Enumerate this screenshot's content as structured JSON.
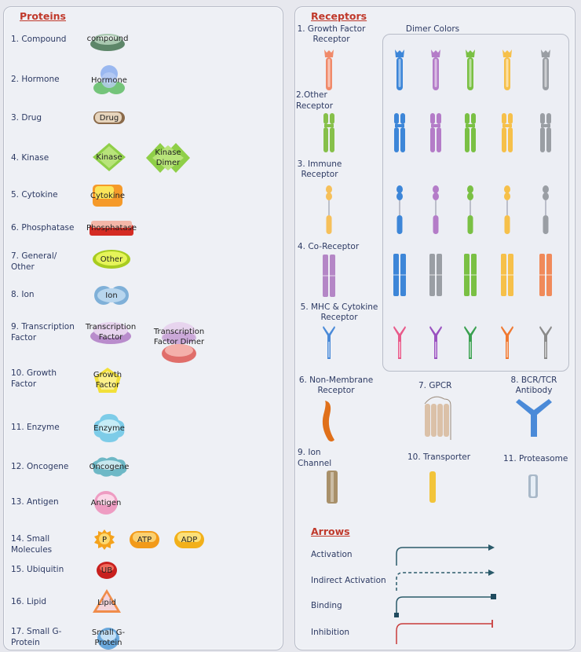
{
  "proteins": {
    "title": "Proteins",
    "items": [
      {
        "label": "1. Compound",
        "shape_text": "compound",
        "color": "#5e8c6a"
      },
      {
        "label": "2. Hormone",
        "shape_text": "Hormone",
        "color": "#8aa8e8"
      },
      {
        "label": "3. Drug",
        "shape_text": "Drug",
        "color": "#b59a7a"
      },
      {
        "label": "4. Kinase",
        "shape_text": "Kinase",
        "shape_text_2": "Kinase Dimer",
        "color": "#8fd04a"
      },
      {
        "label": "5. Cytokine",
        "shape_text": "Cytokine",
        "color": "#f7a83a"
      },
      {
        "label": "6. Phosphatase",
        "shape_text": "Phosphatase",
        "color": "#d9302a"
      },
      {
        "label": "7. General/ Other",
        "shape_text": "Other",
        "color": "#d4ec3a"
      },
      {
        "label": "8. Ion",
        "shape_text": "Ion",
        "color": "#7fb2d8"
      },
      {
        "label": "9. Transcription Factor",
        "shape_text": "Transcription Factor",
        "shape_text_2": "Transcription Factor Dimer",
        "color": "#c9a0d6",
        "color_2": "#e88a86"
      },
      {
        "label": "10. Growth Factor",
        "shape_text": "Growth Factor",
        "color": "#f2e640"
      },
      {
        "label": "11. Enzyme",
        "shape_text": "Enzyme",
        "color": "#7fd0e8"
      },
      {
        "label": "12. Oncogene",
        "shape_text": "Oncogene",
        "color": "#6fbcc8"
      },
      {
        "label": "13. Antigen",
        "shape_text": "Antigen",
        "color": "#ee9fc4"
      },
      {
        "label": "14. Small Molecules",
        "shape_text": "P",
        "shape_text_2": "ATP",
        "shape_text_3": "ADP",
        "color": "#f5a020"
      },
      {
        "label": "15. Ubiquitin",
        "shape_text": "UB",
        "color": "#d42a2a"
      },
      {
        "label": "16. Lipid",
        "shape_text": "Lipid",
        "color": "#f0a040"
      },
      {
        "label": "17. Small G-Protein",
        "shape_text": "Small G-Protein",
        "color": "#6faadc"
      }
    ]
  },
  "receptors": {
    "title": "Receptors",
    "dimer_title": "Dimer Colors",
    "items": [
      {
        "label": "1. Growth Factor Receptor",
        "color": "#f08a6a"
      },
      {
        "label": "2.Other Receptor",
        "color": "#86c04a"
      },
      {
        "label": "3. Immune Receptor",
        "color": "#f6c05a"
      },
      {
        "label": "4. Co-Receptor",
        "color": "#b486c6"
      },
      {
        "label": "5. MHC & Cytokine Receptor",
        "color": "#4a8ad8"
      },
      {
        "label": "6. Non-Membrane Receptor",
        "color": "#e0701a"
      },
      {
        "label": "7. GPCR",
        "color": "#d7b89a"
      },
      {
        "label": "8. BCR/TCR Antibody",
        "color": "#4a8ad8"
      },
      {
        "label": "9. Ion Channel",
        "color": "#a8906a"
      },
      {
        "label": "10. Transporter",
        "color": "#f2c43a"
      },
      {
        "label": "11. Proteasome",
        "color": "#a8b8c8"
      }
    ],
    "dimer_colors": [
      "#3d86d8",
      "#b47cc8",
      "#7ac044",
      "#f6c04a",
      "#9a9ea4"
    ],
    "dimer_colors_row4": [
      "#3d86d8",
      "#9a9ea4",
      "#7ac044",
      "#f6c04a",
      "#f08a5a"
    ],
    "dimer_colors_row5": [
      "#e85a8a",
      "#9a52c0",
      "#3aa050",
      "#f07830",
      "#8a8a8a"
    ]
  },
  "arrows": {
    "title": "Arrows",
    "items": [
      {
        "label": "Activation"
      },
      {
        "label": "Indirect Activation"
      },
      {
        "label": "Binding"
      },
      {
        "label": "Inhibition"
      }
    ],
    "line_color": "#2a5a6a",
    "inhibition_color": "#c83a3a"
  }
}
